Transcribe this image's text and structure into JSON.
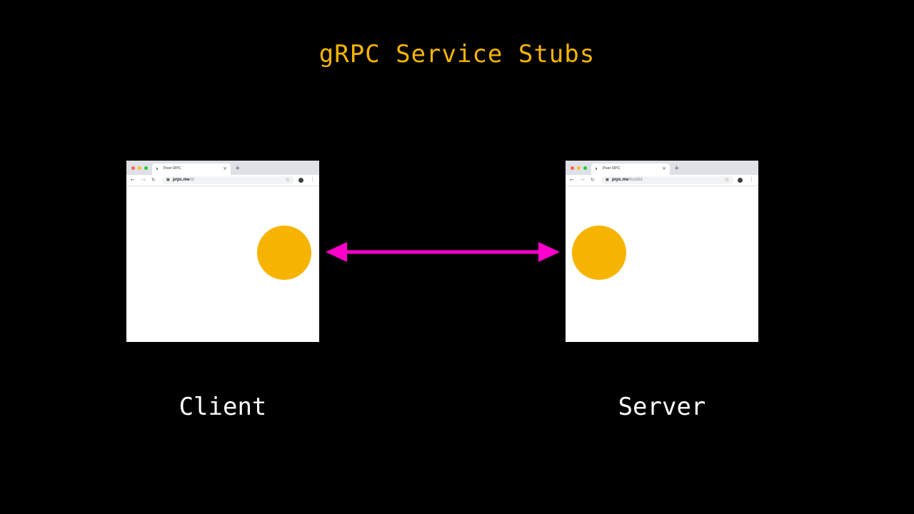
{
  "title": "gRPC Service Stubs",
  "colors": {
    "accent": "#f6b400",
    "arrow": "#ff00cc",
    "background": "#000000"
  },
  "client": {
    "label": "Client",
    "tab_title": "Peer RPC",
    "url_host": "prpc.me",
    "url_path": "/id"
  },
  "server": {
    "label": "Server",
    "tab_title": "Peer RPC",
    "url_host": "prpc.me",
    "url_path": "/host/id"
  },
  "connection": {
    "type": "bidirectional-arrow",
    "icon": "double-headed-arrow"
  },
  "icons": {
    "tab": "chevron-right-icon",
    "close": "close-icon",
    "new_tab": "plus-icon",
    "back": "arrow-left-icon",
    "forward": "arrow-right-icon",
    "reload": "reload-icon",
    "lock": "lock-icon",
    "star": "star-icon",
    "avatar": "avatar",
    "menu": "kebab-menu-icon"
  }
}
